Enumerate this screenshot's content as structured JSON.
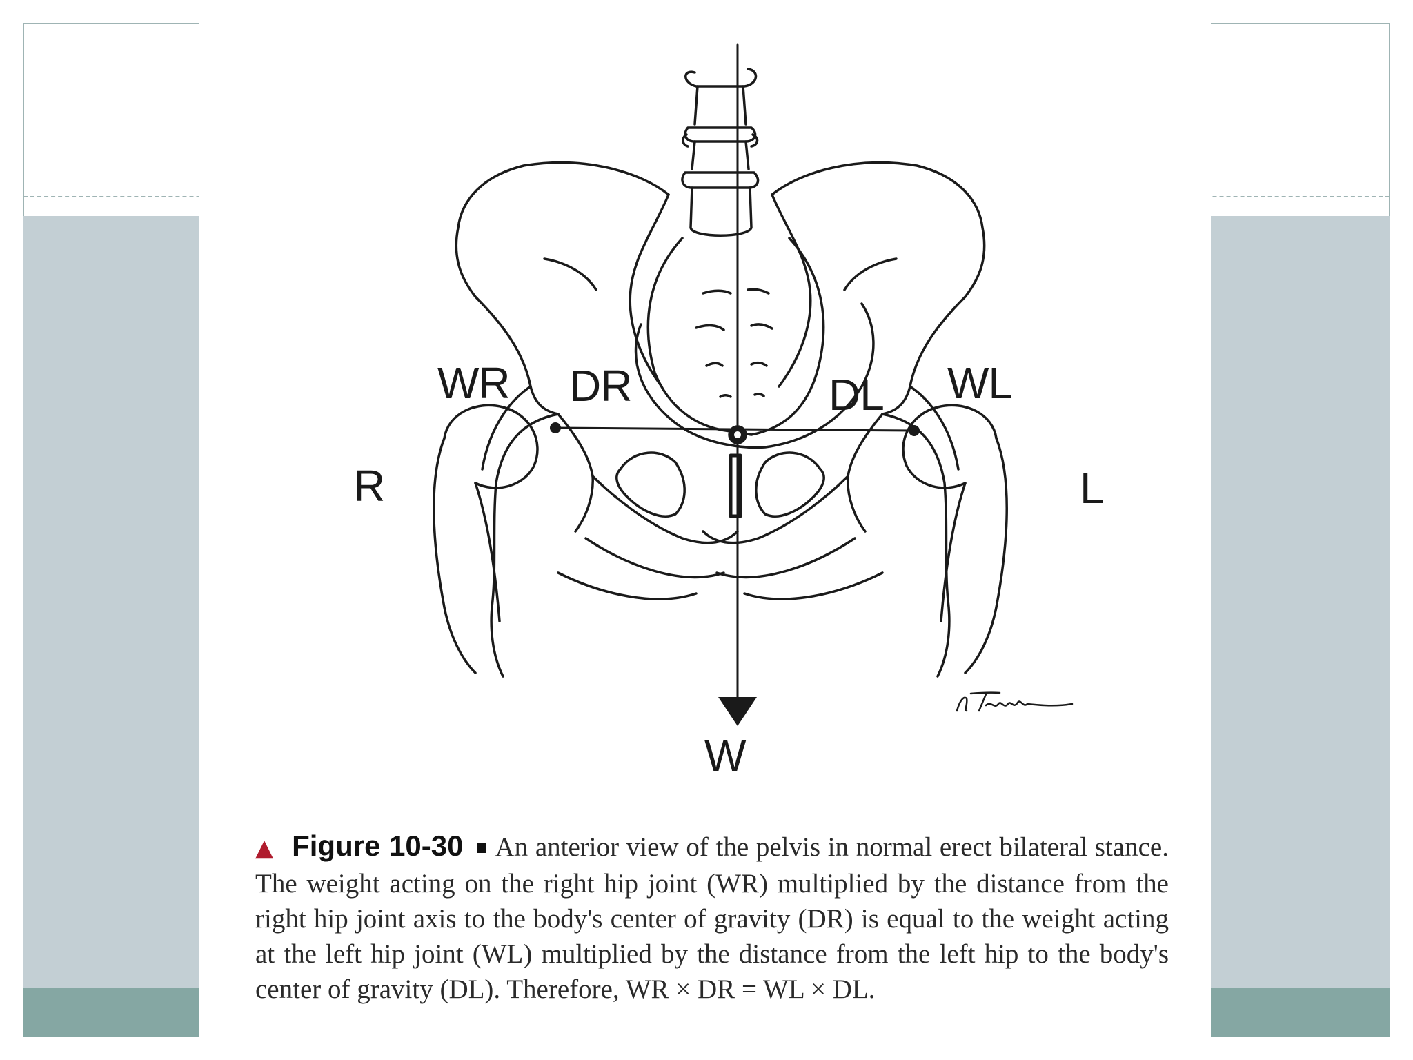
{
  "diagram": {
    "labels": {
      "wr": "WR",
      "dr": "DR",
      "dl": "DL",
      "wl": "WL",
      "r": "R",
      "l": "L",
      "w": "W"
    },
    "signature": "VTanahen"
  },
  "caption": {
    "figure_number": "Figure 10-30",
    "text": "An anterior view of the pelvis in normal erect bilateral stance. The weight acting on the right hip joint (WR) multiplied by the distance from the right hip joint axis to the body's center of gravity (DR) is equal to the weight acting at the left hip joint (WL) multiplied by the distance from the left hip to the body's center of gravity (DL). Therefore, WR × DR = WL × DL."
  },
  "colors": {
    "frame_line": "#9fb4b4",
    "band_light": "#c3cfd4",
    "band_dark": "#85a7a3",
    "marker_red": "#b01c2e"
  }
}
